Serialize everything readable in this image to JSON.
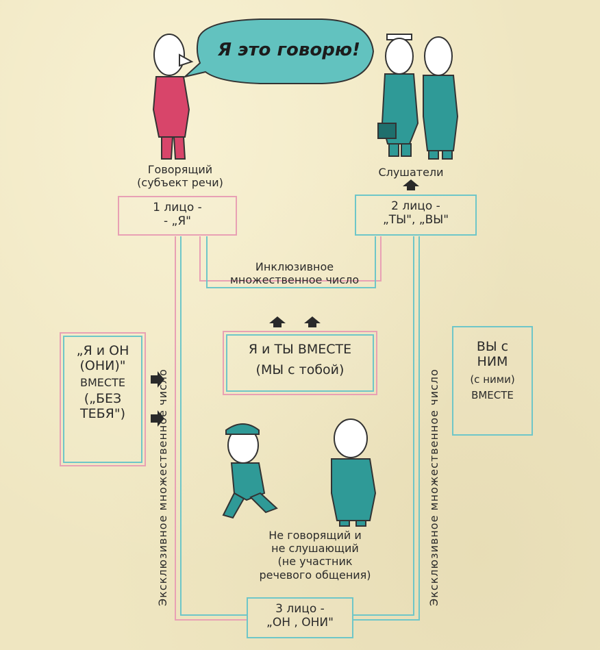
{
  "speech_bubble": "Я это говорю!",
  "speaker_label": [
    "Говорящий",
    "(субъект речи)"
  ],
  "listeners_label": "Слушатели",
  "box_first_person": [
    "1 лицо -",
    "- „Я\""
  ],
  "box_second_person": [
    "2 лицо -",
    "„ТЫ\", „ВЫ\""
  ],
  "inclusive_label": [
    "Инклюзивное",
    "множественное число"
  ],
  "box_inclusive": [
    "Я и ТЫ ВМЕСТЕ",
    "(МЫ с тобой)"
  ],
  "box_exclusive_left": [
    "„Я и ОН",
    "(ОНИ)\"",
    "ВМЕСТЕ",
    "(„БЕЗ",
    "ТЕБЯ\")"
  ],
  "box_exclusive_right": [
    "ВЫ с",
    "НИМ",
    "(с ними)",
    "ВМЕСТЕ"
  ],
  "exclusive_vertical_left": "Эксклюзивное     множественное     число",
  "exclusive_vertical_right": "Эксклюзивное     множественное     число",
  "non_participant_label": [
    "Не  говорящий и",
    "не слушающий",
    "(не участник",
    "речевого общения)"
  ],
  "box_third_person": [
    "3 лицо -",
    "„ОН , ОНИ\""
  ],
  "colors": {
    "pink": "#e8a0b4",
    "teal": "#6ec6c8",
    "figure_red": "#d8456a",
    "figure_teal": "#2f9a97",
    "paper": "#efe6c1"
  }
}
